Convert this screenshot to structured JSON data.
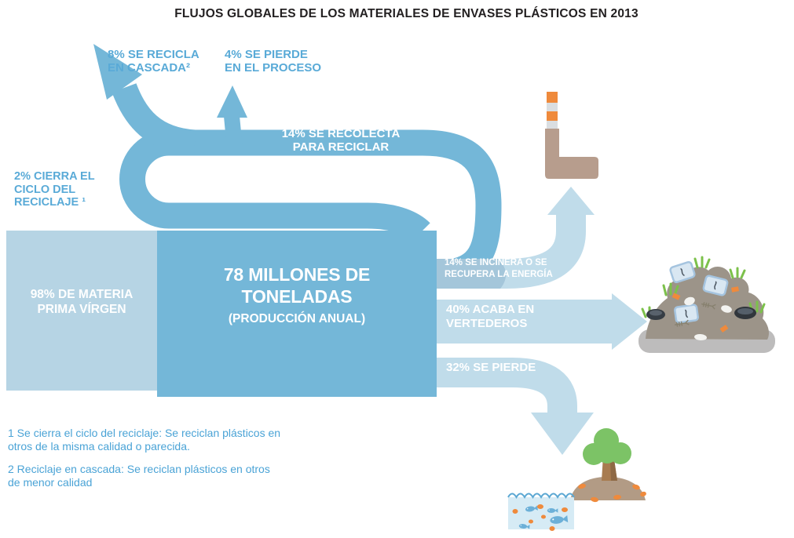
{
  "title": "FLUJOS GLOBALES DE LOS MATERIALES DE ENVASES PLÁSTICOS EN 2013",
  "flows": {
    "recycled_cascade": "8% SE RECICLA\nEN CASCADA²",
    "lost_in_process": "4% SE PIERDE\nEN EL PROCESO",
    "collected_for_recycling": "14% SE RECOLECTA\nPARA RECICLAR",
    "closed_loop_recycling": "2% CIERRA EL\nCICLO DEL\nRECICLAJE ¹",
    "virgin_material": "98% DE MATERIA\nPRIMA VÍRGEN",
    "production_amount": "78 MILLONES DE\nTONELADAS",
    "production_note": "(PRODUCCIÓN ANUAL)",
    "incinerated_energy": "14% SE INCINERA O SE\nRECUPERA LA ENERGÍA",
    "to_landfill": "40% ACABA EN\nVERTEDEROS",
    "lost_to_environment": "32% SE PIERDE"
  },
  "footnotes": [
    "1 Se cierra el ciclo del reciclaje: Se reciclan plásticos en\notros de la misma calidad o parecida.",
    "2 Reciclaje en cascada: Se reciclan plásticos en otros\nde menor calidad"
  ],
  "icons": {
    "incinerator": "factory-icon",
    "landfill": "trash-pile-icon",
    "land": "tree-island-icon",
    "ocean": "water-fish-icon"
  },
  "colors": {
    "flow_primary": "#74b7d8",
    "flow_secondary": "#c0dcea",
    "flow_muted_overlay": "#7fa8c3",
    "virgin_box": "#b6d4e4",
    "label_blue": "#59aad7",
    "footnote_blue": "#4aa3d6",
    "title_text": "#232021",
    "white_text": "#ffffff",
    "factory_brown": "#b79d8d",
    "accent_orange": "#ef8a3c",
    "grass_green": "#7cc14b",
    "tree_green": "#7cc366",
    "mound_gray": "#9c9489",
    "water_blue": "#d6ebf5"
  }
}
